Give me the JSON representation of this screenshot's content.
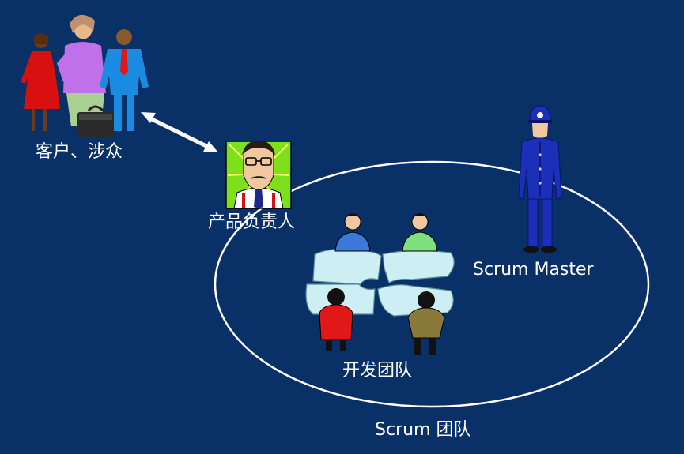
{
  "labels": {
    "customers": "客户、涉众",
    "product_owner": "产品负责人",
    "scrum_master": "Scrum Master",
    "dev_team": "开发团队",
    "scrum_team": "Scrum 团队"
  },
  "colors": {
    "background": "#0a3068",
    "ellipse": "#ffffff",
    "arrow": "#ffffff",
    "puzzle": "#cdeef3",
    "po_card": "#7ee01a",
    "police_uniform": "#1c2fb8"
  },
  "icons": [
    "stakeholders-group-icon",
    "product-owner-portrait-icon",
    "scrum-master-police-icon",
    "developer-team-puzzle-icon",
    "double-arrow-icon"
  ]
}
